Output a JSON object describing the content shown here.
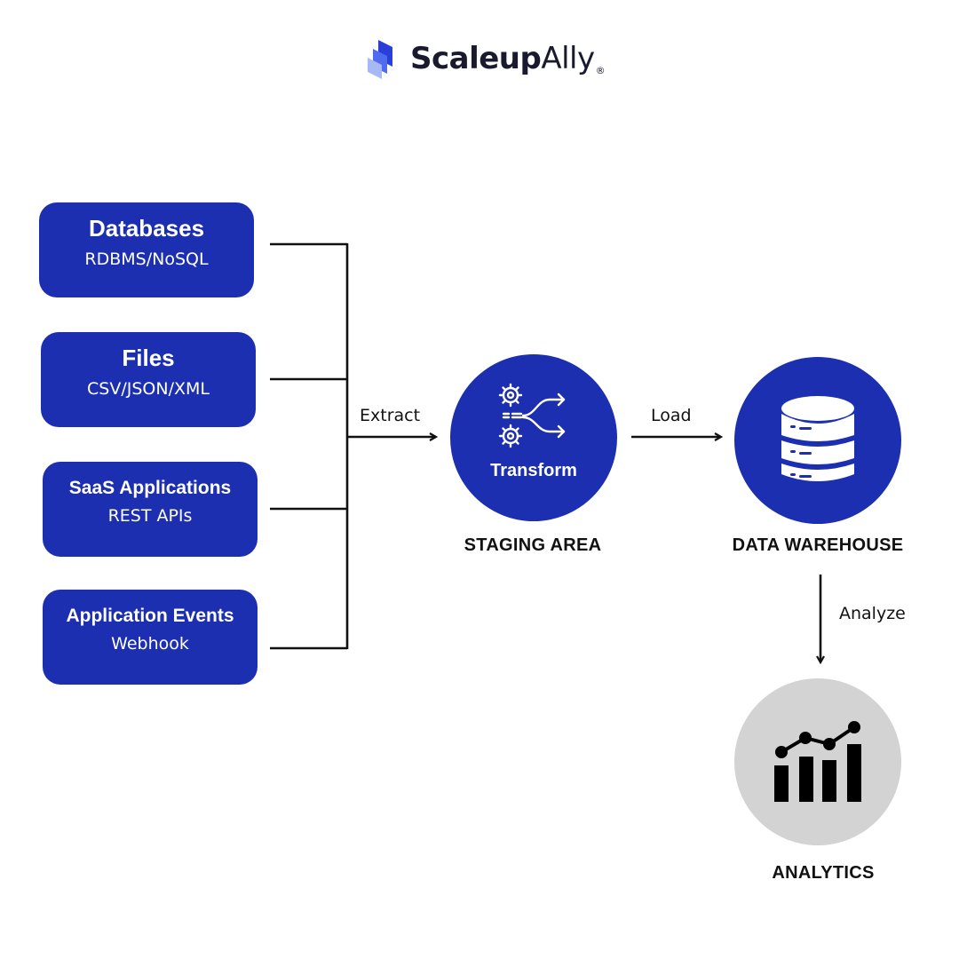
{
  "logo": {
    "brand_bold": "Scaleup",
    "brand_light": "Ally",
    "registered": "®"
  },
  "sources": [
    {
      "title": "Databases",
      "subtitle": "RDBMS/NoSQL"
    },
    {
      "title": "Files",
      "subtitle": "CSV/JSON/XML"
    },
    {
      "title": "SaaS Applications",
      "subtitle": "REST APIs"
    },
    {
      "title": "Application Events",
      "subtitle": "Webhook"
    }
  ],
  "edges": {
    "extract": "Extract",
    "load": "Load",
    "analyze": "Analyze"
  },
  "nodes": {
    "staging": {
      "inner": "Transform",
      "label": "STAGING AREA"
    },
    "warehouse": {
      "label": "DATA WAREHOUSE"
    },
    "analytics": {
      "label": "ANALYTICS"
    }
  },
  "colors": {
    "primary": "#1c2fb1",
    "analytics_bg": "#d3d3d3",
    "lines": "#111111"
  }
}
